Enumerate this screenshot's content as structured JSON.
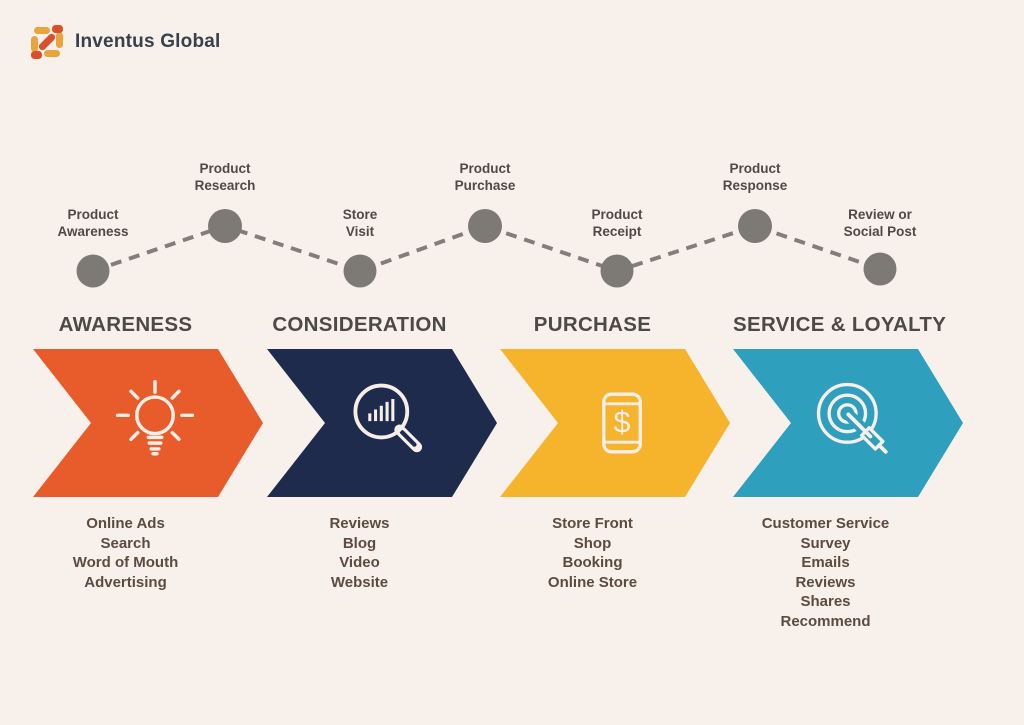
{
  "page": {
    "background": "#F8F1EB"
  },
  "logo": {
    "text": "Inventus Global",
    "mark_yellow": "#E9A43B",
    "mark_orange": "#D9502C"
  },
  "journey": {
    "line_color": "#827E7A",
    "node_color": "#7D7A76",
    "nodes": [
      {
        "label": "Product\nAwareness"
      },
      {
        "label": "Product\nResearch"
      },
      {
        "label": "Store\nVisit"
      },
      {
        "label": "Product\nPurchase"
      },
      {
        "label": "Product\nReceipt"
      },
      {
        "label": "Product\nResponse"
      },
      {
        "label": "Review or\nSocial Post"
      }
    ]
  },
  "stages": [
    {
      "title": "AWARENESS",
      "color": "#E85C2B",
      "icon": "lightbulb-icon",
      "items": [
        "Online Ads",
        "Search",
        "Word of Mouth",
        "Advertising"
      ]
    },
    {
      "title": "CONSIDERATION",
      "color": "#1E2B4D",
      "icon": "magnifier-bars-icon",
      "items": [
        "Reviews",
        "Blog",
        "Video",
        "Website"
      ]
    },
    {
      "title": "PURCHASE",
      "color": "#F6B42D",
      "icon": "tablet-dollar-icon",
      "currency_symbol": "$",
      "items": [
        "Store Front",
        "Shop",
        "Booking",
        "Online Store"
      ]
    },
    {
      "title": "SERVICE & LOYALTY",
      "color": "#2E9FBD",
      "icon": "target-dart-icon",
      "items": [
        "Customer Service",
        "Survey",
        "Emails",
        "Reviews",
        "Shares",
        "Recommend"
      ]
    }
  ]
}
